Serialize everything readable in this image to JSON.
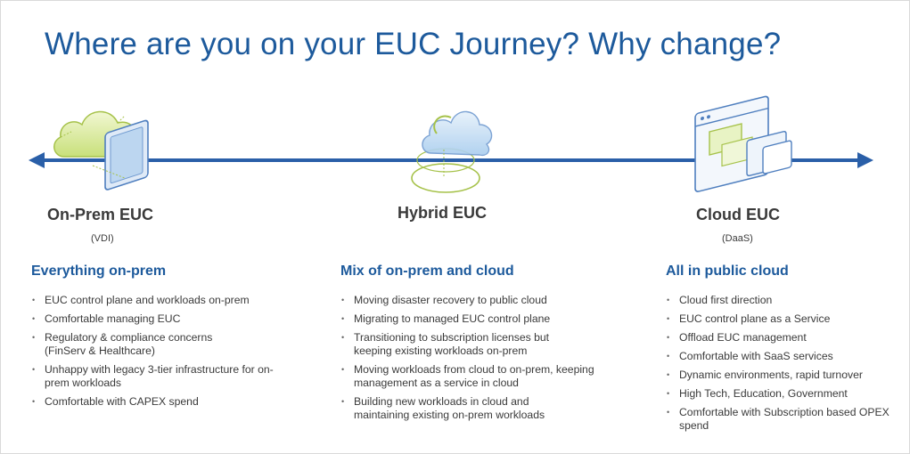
{
  "title": "Where are you on your EUC Journey? Why change?",
  "stages": [
    {
      "name": "On-Prem EUC",
      "sub": "(VDI)",
      "heading": "Everything on-prem",
      "bullets": [
        "EUC control plane and workloads on-prem",
        "Comfortable managing EUC",
        "Regulatory & compliance concerns (FinServ & Healthcare)",
        "Unhappy with legacy 3-tier infrastructure for on-prem workloads",
        "Comfortable with CAPEX spend"
      ]
    },
    {
      "name": "Hybrid EUC",
      "sub": "",
      "heading": "Mix of on-prem and cloud",
      "bullets": [
        "Moving disaster recovery to public cloud",
        "Migrating to managed EUC control plane",
        "Transitioning to subscription licenses but keeping existing workloads on-prem",
        "Moving workloads from cloud to on-prem, keeping management as a service in cloud",
        "Building new workloads in cloud and maintaining existing on-prem workloads"
      ]
    },
    {
      "name": "Cloud EUC",
      "sub": "(DaaS)",
      "heading": "All in public cloud",
      "bullets": [
        "Cloud first direction",
        "EUC control plane as a Service",
        "Offload EUC management",
        "Comfortable with SaaS services",
        "Dynamic environments, rapid turnover",
        "High Tech, Education, Government",
        "Comfortable with Subscription based OPEX spend"
      ]
    }
  ],
  "colors": {
    "accent": "#1d5a9c",
    "arrow": "#2a5fa8",
    "cloud_green": "#c8e07a",
    "cloud_blue": "#a9cdee"
  },
  "icons": [
    "cloud-server-icon",
    "hybrid-cloud-icon",
    "cloud-desktop-icon"
  ]
}
